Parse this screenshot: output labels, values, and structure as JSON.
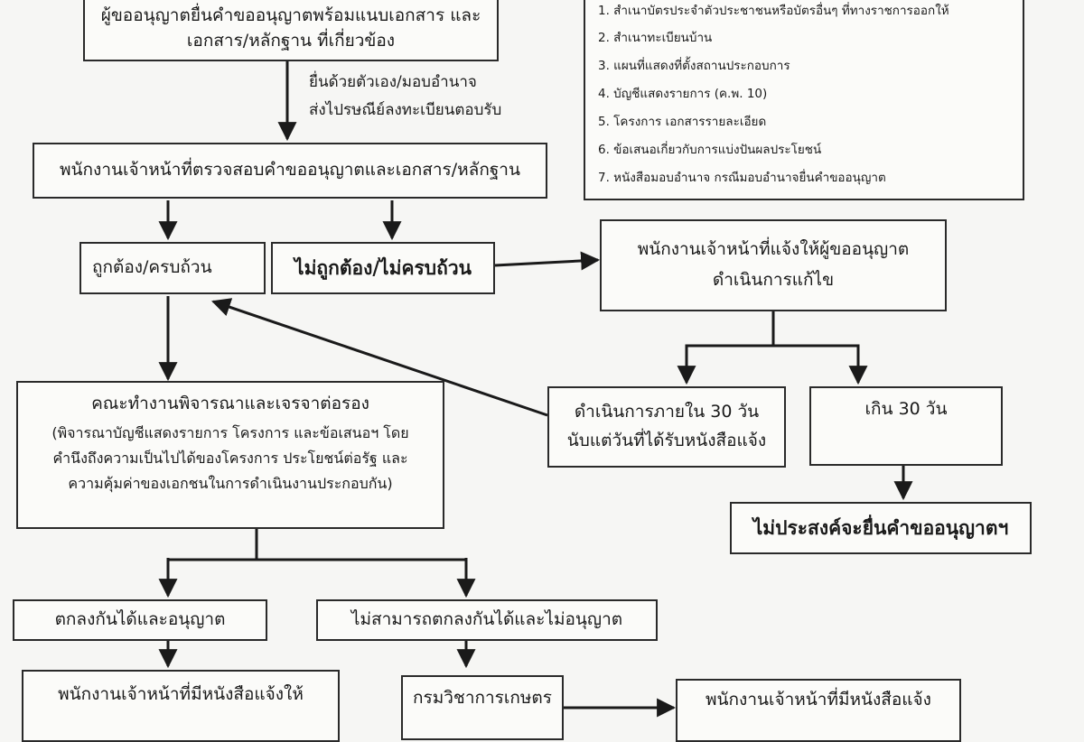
{
  "doc_list": [
    "1. สำเนาบัตรประจำตัวประชาชนหรือบัตรอื่นๆ ที่ทางราชการออกให้",
    "2. สำเนาทะเบียนบ้าน",
    "3. แผนที่แสดงที่ตั้งสถานประกอบการ",
    "4. บัญชีแสดงรายการ (ค.พ. 10)",
    "5. โครงการ เอกสารรายละเอียด",
    "6. ข้อเสนอเกี่ยวกับการแบ่งปันผลประโยชน์",
    "7. หนังสือมอบอำนาจ กรณีมอบอำนาจยื่นคำขออนุญาต"
  ],
  "box_top": {
    "line1": "ผู้ขออนุญาตยื่นคำขออนุญาตพร้อมแนบเอกสาร และ",
    "line2": "เอกสาร/หลักฐาน ที่เกี่ยวข้อง"
  },
  "submit_label": {
    "line1": "ยื่นด้วยตัวเอง/มอบอำนาจ",
    "line2": "ส่งไปรษณีย์ลงทะเบียนตอบรับ"
  },
  "box_check": "พนักงานเจ้าหน้าที่ตรวจสอบคำขออนุญาตและเอกสาร/หลักฐาน",
  "box_correct": "ถูกต้อง/ครบถ้วน",
  "box_incorrect": "ไม่ถูกต้อง/ไม่ครบถ้วน",
  "box_notify_fix": {
    "line1": "พนักงานเจ้าหน้าที่แจ้งให้ผู้ขออนุญาต",
    "line2": "ดำเนินการแก้ไข"
  },
  "box_committee": {
    "title": "คณะทำงานพิจารณาและเจรจาต่อรอง",
    "line2": "(พิจารณาบัญชีแสดงรายการ โครงการ และข้อเสนอฯ โดย",
    "line3": "คำนึงถึงความเป็นไปได้ของโครงการ ประโยชน์ต่อรัฐ และ",
    "line4": "ความคุ้มค่าของเอกชนในการดำเนินงานประกอบกัน)"
  },
  "box_within30": {
    "line1": "ดำเนินการภายใน 30 วัน",
    "line2": "นับแต่วันที่ได้รับหนังสือแจ้ง"
  },
  "box_over30": "เกิน 30 วัน",
  "box_no_intent": "ไม่ประสงค์จะยื่นคำขออนุญาตฯ",
  "box_agree": "ตกลงกันได้และอนุญาต",
  "box_disagree": "ไม่สามารถตกลงกันได้และไม่อนุญาต",
  "box_notify_bottom_left": "พนักงานเจ้าหน้าที่มีหนังสือแจ้งให้",
  "box_dept": "กรมวิชาการเกษตร",
  "box_notify_bottom_right": "พนักงานเจ้าหน้าที่มีหนังสือแจ้ง"
}
